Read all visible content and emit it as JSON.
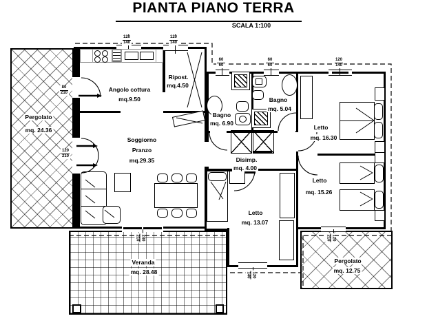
{
  "title": "PIANTA PIANO TERRA",
  "scale_label": "SCALA 1:100",
  "rooms": {
    "pergolato_left": {
      "name": "Pergolato",
      "area": "mq. 24.36"
    },
    "angolo_cottura": {
      "name": "Angolo cottura",
      "area": "mq.9.50"
    },
    "ripostiglio": {
      "name": "Ripost.",
      "area": "mq.4.50"
    },
    "soggiorno": {
      "name": "Soggiorno",
      "name2": "Pranzo",
      "area": "mq.29.35"
    },
    "bagno_grande": {
      "name": "Bagno",
      "area": "mq. 6.90"
    },
    "bagno_piccolo": {
      "name": "Bagno",
      "area": "mq. 5.04"
    },
    "disimpegno": {
      "name": "Disimp.",
      "area": "mq. 4.00"
    },
    "letto_matrimoniale": {
      "name": "Letto",
      "area": "mq. 16.30"
    },
    "letto_doppio": {
      "name": "Letto",
      "area": "mq. 15.26"
    },
    "letto_singolo": {
      "name": "Letto",
      "area": "mq. 13.07"
    },
    "veranda": {
      "name": "Veranda",
      "area": "mq. 28.48"
    },
    "pergolato_right": {
      "name": "Pergolato",
      "area": "mq. 12.75"
    }
  },
  "dimension_labels": {
    "door_cucina": {
      "w": "80",
      "h": "210"
    },
    "porta_soggiorno": {
      "w": "120",
      "h": "210"
    },
    "portafinestra_veranda": {
      "w": "240",
      "h": "210"
    },
    "portafinestra_letto": {
      "w": "120",
      "h": "210"
    },
    "finestra_standard": {
      "w": "120",
      "h": "140"
    },
    "finestra_bagno": {
      "w": "60",
      "h": "60"
    }
  }
}
